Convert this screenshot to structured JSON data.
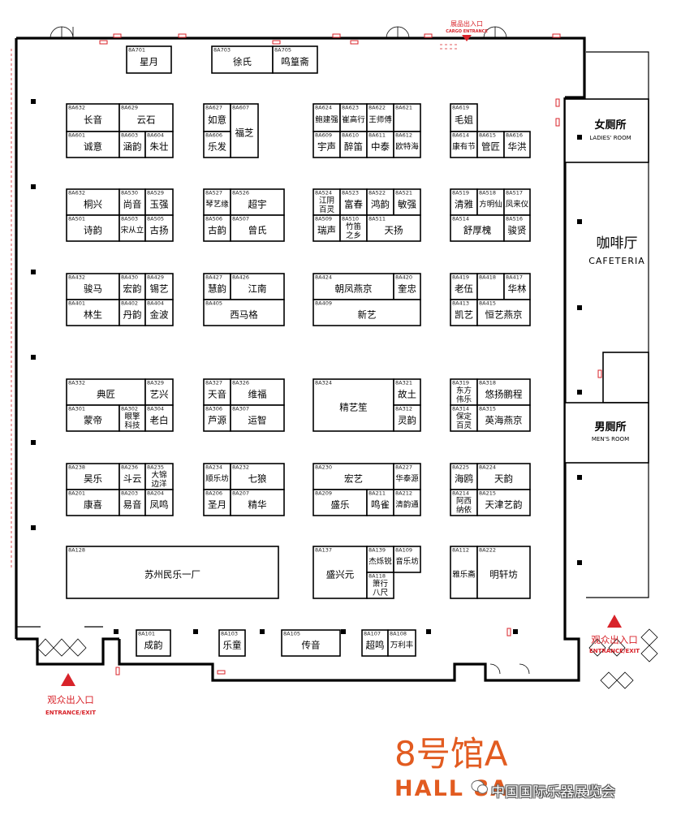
{
  "hall": {
    "title": "8号馆A",
    "subtitle": "HALL 8A"
  },
  "watermark": "中国国际乐器展览会",
  "colors": {
    "accent": "#e25b20",
    "entrance_red": "#d8232a",
    "line": "#000000"
  },
  "facilities": {
    "ladies": {
      "title": "女厕所",
      "sub": "LADIES' ROOM"
    },
    "mens": {
      "title": "男厕所",
      "sub": "MEN'S ROOM"
    },
    "cafe": {
      "title": "咖啡厅",
      "sub": "CAFETERIA"
    }
  },
  "entrances": {
    "left": {
      "title": "观众出入口",
      "sub": "ENTRANCE/EXIT"
    },
    "right": {
      "title": "观众出入口",
      "sub": "ENTRANCE/EXIT"
    },
    "cargo": {
      "title": "展品出入口",
      "sub": "CARGO ENTRANCE"
    }
  },
  "booths": [
    {
      "code": "8A701",
      "name": "星月"
    },
    {
      "code": "8A703",
      "name": "徐氏"
    },
    {
      "code": "8A705",
      "name": "鸣篁斋"
    },
    {
      "code": "8A632",
      "name": "长音"
    },
    {
      "code": "8A629",
      "name": "云石"
    },
    {
      "code": "8A601",
      "name": "诚意"
    },
    {
      "code": "8A603",
      "name": "涵韵"
    },
    {
      "code": "8A604",
      "name": "朱壮"
    },
    {
      "code": "8A627",
      "name": "如意"
    },
    {
      "code": "8A607",
      "name": "福芝"
    },
    {
      "code": "8A606",
      "name": "乐发"
    },
    {
      "code": "8A624",
      "name": "鲍建强"
    },
    {
      "code": "8A623",
      "name": "崔高行"
    },
    {
      "code": "8A622",
      "name": "王师傅"
    },
    {
      "code": "8A621",
      "name": ""
    },
    {
      "code": "8A609",
      "name": "宇声"
    },
    {
      "code": "8A610",
      "name": "醉笛"
    },
    {
      "code": "8A611",
      "name": "中泰"
    },
    {
      "code": "8A612",
      "name": "欧特海"
    },
    {
      "code": "8A619",
      "name": "毛姐"
    },
    {
      "code": "8A614",
      "name": "康有节"
    },
    {
      "code": "8A615",
      "name": "管匠"
    },
    {
      "code": "8A616",
      "name": "华洪"
    },
    {
      "code": "8A632",
      "name": "桐兴"
    },
    {
      "code": "8A530",
      "name": "尚音"
    },
    {
      "code": "8A529",
      "name": "玉强"
    },
    {
      "code": "8A501",
      "name": "诗韵"
    },
    {
      "code": "8A503",
      "name": "宋从立"
    },
    {
      "code": "8A505",
      "name": "古扬"
    },
    {
      "code": "8A527",
      "name": "琴艺缘"
    },
    {
      "code": "8A526",
      "name": "超宇"
    },
    {
      "code": "8A506",
      "name": "古韵"
    },
    {
      "code": "8A507",
      "name": "曾氏"
    },
    {
      "code": "8A524",
      "name": "江阴百灵"
    },
    {
      "code": "8A523",
      "name": "富春"
    },
    {
      "code": "8A522",
      "name": "鸿韵"
    },
    {
      "code": "8A521",
      "name": "敏强"
    },
    {
      "code": "8A509",
      "name": "瑞声"
    },
    {
      "code": "8A510",
      "name": "竹笛之乡"
    },
    {
      "code": "8A511",
      "name": "天扬"
    },
    {
      "code": "8A519",
      "name": "清雅"
    },
    {
      "code": "8A518",
      "name": "方明仙"
    },
    {
      "code": "8A517",
      "name": "凤来仪"
    },
    {
      "code": "8A514",
      "name": "舒厚槐"
    },
    {
      "code": "8A516",
      "name": "骏贤"
    },
    {
      "code": "8A432",
      "name": "骏马"
    },
    {
      "code": "8A430",
      "name": "宏韵"
    },
    {
      "code": "8A429",
      "name": "锡艺"
    },
    {
      "code": "8A401",
      "name": "林生"
    },
    {
      "code": "8A402",
      "name": "丹韵"
    },
    {
      "code": "8A404",
      "name": "金波"
    },
    {
      "code": "8A427",
      "name": "慧韵"
    },
    {
      "code": "8A426",
      "name": "江南"
    },
    {
      "code": "8A405",
      "name": "西马格"
    },
    {
      "code": "8A424",
      "name": "朝凤燕京"
    },
    {
      "code": "8A420",
      "name": "奎忠"
    },
    {
      "code": "8A409",
      "name": "新艺"
    },
    {
      "code": "8A419",
      "name": "老伍"
    },
    {
      "code": "8A418",
      "name": ""
    },
    {
      "code": "8A417",
      "name": "华林"
    },
    {
      "code": "8A413",
      "name": "凯艺"
    },
    {
      "code": "8A415",
      "name": "恒艺燕京"
    },
    {
      "code": "8A332",
      "name": "典匠"
    },
    {
      "code": "8A329",
      "name": "艺兴"
    },
    {
      "code": "8A301",
      "name": "蒙帝"
    },
    {
      "code": "8A302",
      "name": "眼擎科技"
    },
    {
      "code": "8A304",
      "name": "老白"
    },
    {
      "code": "8A327",
      "name": "天音"
    },
    {
      "code": "8A326",
      "name": "维福"
    },
    {
      "code": "8A306",
      "name": "芦源"
    },
    {
      "code": "8A307",
      "name": "运智"
    },
    {
      "code": "8A324",
      "name": "精艺笙"
    },
    {
      "code": "8A321",
      "name": "故土"
    },
    {
      "code": "8A312",
      "name": "灵韵"
    },
    {
      "code": "8A319",
      "name": "东方伟乐"
    },
    {
      "code": "8A318",
      "name": "悠扬鹏程"
    },
    {
      "code": "8A314",
      "name": "保定百灵"
    },
    {
      "code": "8A315",
      "name": "英海燕京"
    },
    {
      "code": "8A238",
      "name": "昊乐"
    },
    {
      "code": "8A236",
      "name": "斗云"
    },
    {
      "code": "8A235",
      "name": "大锦边洋"
    },
    {
      "code": "8A201",
      "name": "康喜"
    },
    {
      "code": "8A203",
      "name": "易音"
    },
    {
      "code": "8A204",
      "name": "凤鸣"
    },
    {
      "code": "8A234",
      "name": "顺乐坊"
    },
    {
      "code": "8A232",
      "name": "七狼"
    },
    {
      "code": "8A206",
      "name": "圣月"
    },
    {
      "code": "8A207",
      "name": "精华"
    },
    {
      "code": "8A230",
      "name": "宏艺"
    },
    {
      "code": "8A227",
      "name": "华泰源"
    },
    {
      "code": "8A209",
      "name": "盛乐"
    },
    {
      "code": "8A211",
      "name": "鸣雀"
    },
    {
      "code": "8A212",
      "name": "清韵通"
    },
    {
      "code": "8A225",
      "name": "海鸥"
    },
    {
      "code": "8A224",
      "name": "天韵"
    },
    {
      "code": "8A214",
      "name": "阿西纳依"
    },
    {
      "code": "8A215",
      "name": "天津艺韵"
    },
    {
      "code": "8A128",
      "name": "苏州民乐一厂"
    },
    {
      "code": "8A137",
      "name": "盛兴元"
    },
    {
      "code": "8A139",
      "name": "杰烁锐"
    },
    {
      "code": "8A109",
      "name": "音乐坊"
    },
    {
      "code": "8A118",
      "name": "箫行八尺"
    },
    {
      "code": "8A112",
      "name": "雅乐斋"
    },
    {
      "code": "8A222",
      "name": "明轩坊"
    },
    {
      "code": "8A101",
      "name": "成韵"
    },
    {
      "code": "8A103",
      "name": "乐童"
    },
    {
      "code": "8A105",
      "name": "传音"
    },
    {
      "code": "8A107",
      "name": "超鸣"
    },
    {
      "code": "8A108",
      "name": "万利丰"
    }
  ]
}
